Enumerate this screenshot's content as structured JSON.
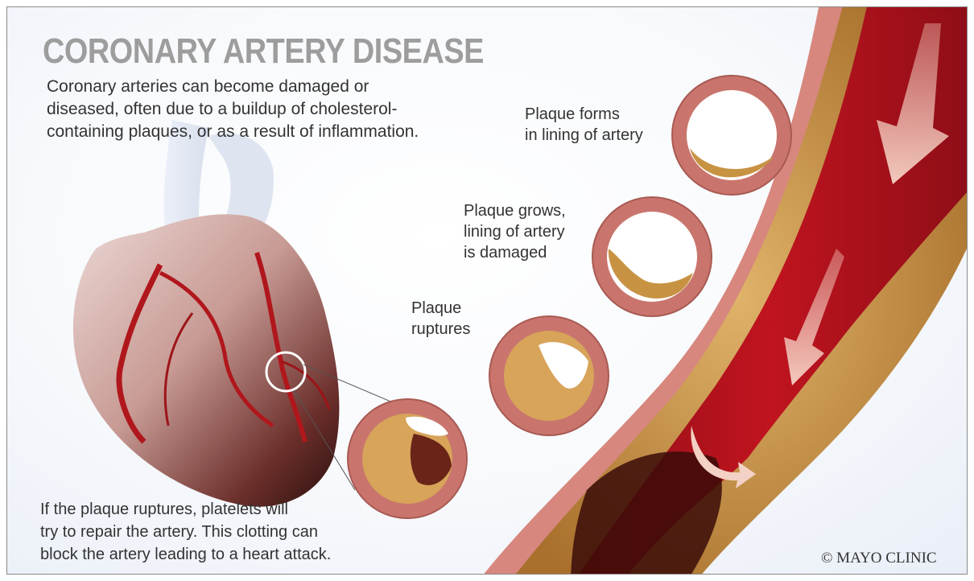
{
  "title": "CORONARY ARTERY DISEASE",
  "intro_lines": [
    "Coronary arteries can become damaged or",
    "diseased, often due to a buildup of cholesterol-",
    "containing plaques, or as a result of inflammation."
  ],
  "stages": [
    {
      "lines": [
        "Plaque forms",
        "in lining of artery"
      ]
    },
    {
      "lines": [
        "Plaque grows,",
        "lining of artery",
        "is damaged"
      ]
    },
    {
      "lines": [
        "Plaque",
        "ruptures"
      ]
    }
  ],
  "outro_lines": [
    "If the plaque ruptures, platelets will",
    "try to repair the artery. This clotting can",
    "block the artery leading to a heart attack."
  ],
  "copyright": "© MAYO CLINIC",
  "colors": {
    "title_gray": "#9d9d9d",
    "text": "#333333",
    "artery_wall": "#d88a80",
    "blood": "#b3121f",
    "plaque": "#c79343"
  }
}
